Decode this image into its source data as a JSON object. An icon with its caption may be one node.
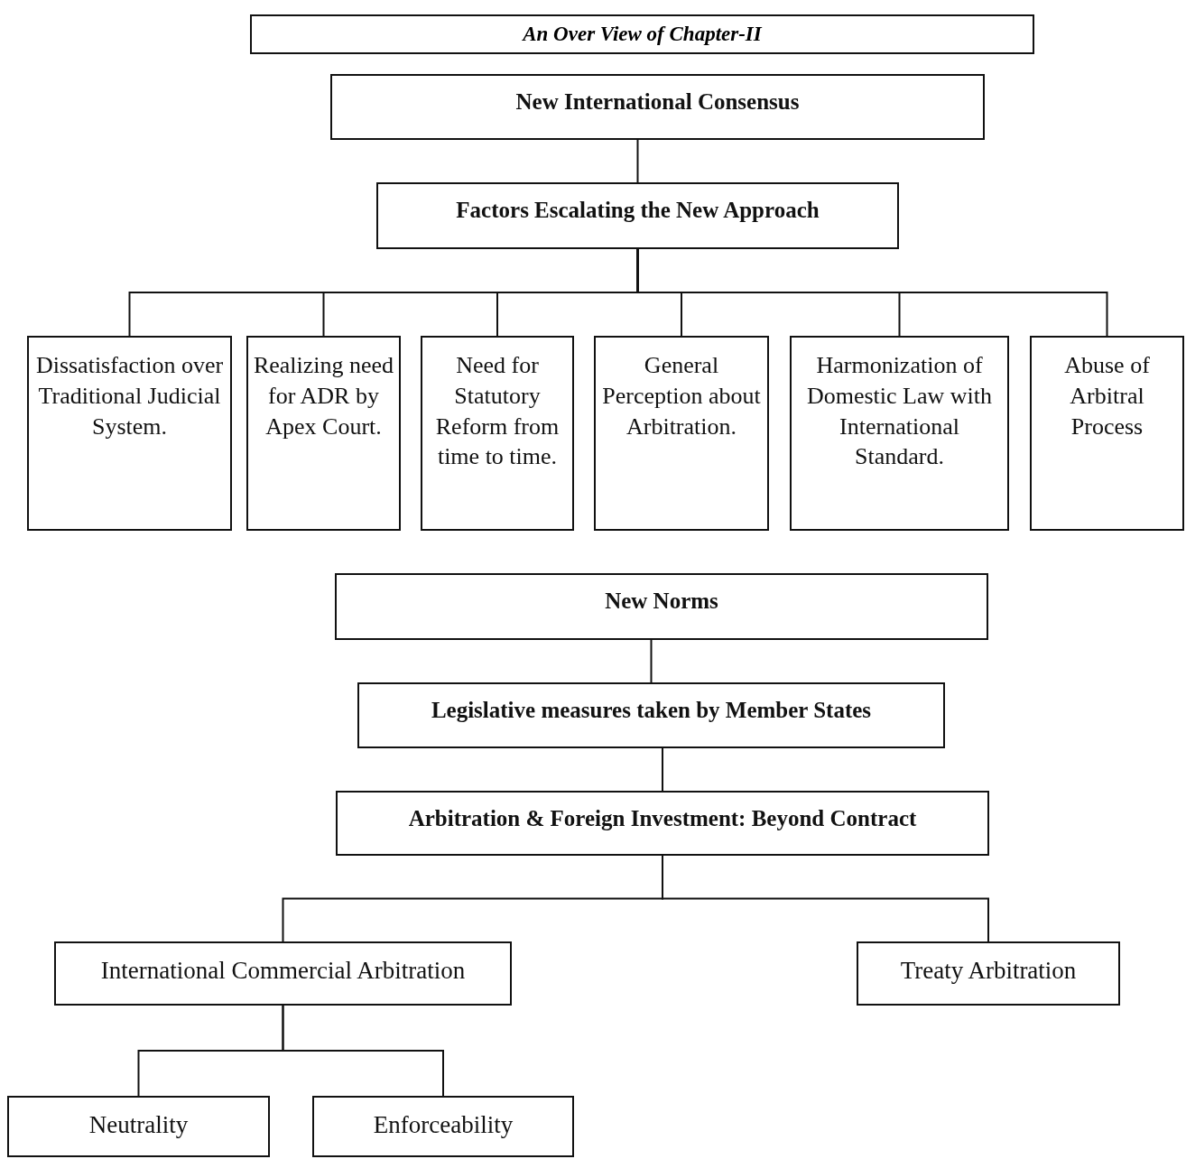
{
  "diagram": {
    "title": "An Over View of Chapter-II",
    "nodes": [
      {
        "text": [
          "New International Consensus"
        ]
      },
      {
        "text": [
          "Factors Escalating the New Approach"
        ]
      },
      {
        "text": [
          "Dissatisfaction over Traditional Judicial System."
        ]
      },
      {
        "text": [
          "Realizing need for ADR by Apex Court."
        ]
      },
      {
        "text": [
          "Need for Statutory Reform from time to time."
        ]
      },
      {
        "text": [
          "General Perception about Arbitration."
        ]
      },
      {
        "text": [
          "Harmonization of Domestic Law with International Standard."
        ]
      },
      {
        "text": [
          "Abuse of Arbitral Process"
        ]
      },
      {
        "text": [
          "New Norms"
        ]
      },
      {
        "text": [
          "Legislative measures taken by Member States"
        ]
      },
      {
        "text": [
          "Arbitration & Foreign Investment: Beyond Contract"
        ]
      },
      {
        "text": [
          "International Commercial Arbitration"
        ]
      },
      {
        "text": [
          "Treaty Arbitration"
        ]
      },
      {
        "text": [
          "Neutrality"
        ]
      },
      {
        "text": [
          "Enforceability"
        ]
      }
    ],
    "edges": [
      {
        "from": 0,
        "to": 1,
        "arrow": "none"
      },
      {
        "from": 1,
        "to": 2,
        "arrow": "none"
      },
      {
        "from": 1,
        "to": 3,
        "arrow": "none"
      },
      {
        "from": 1,
        "to": 4,
        "arrow": "none"
      },
      {
        "from": 1,
        "to": 5,
        "arrow": "none"
      },
      {
        "from": 1,
        "to": 6,
        "arrow": "none"
      },
      {
        "from": 1,
        "to": 7,
        "arrow": "none"
      },
      {
        "from": 8,
        "to": 9,
        "arrow": "none"
      },
      {
        "from": 9,
        "to": 10,
        "arrow": "none"
      },
      {
        "from": 10,
        "to": 11,
        "arrow": "none"
      },
      {
        "from": 10,
        "to": 12,
        "arrow": "none"
      },
      {
        "from": 11,
        "to": 13,
        "arrow": "none"
      },
      {
        "from": 11,
        "to": 14,
        "arrow": "none"
      }
    ]
  }
}
